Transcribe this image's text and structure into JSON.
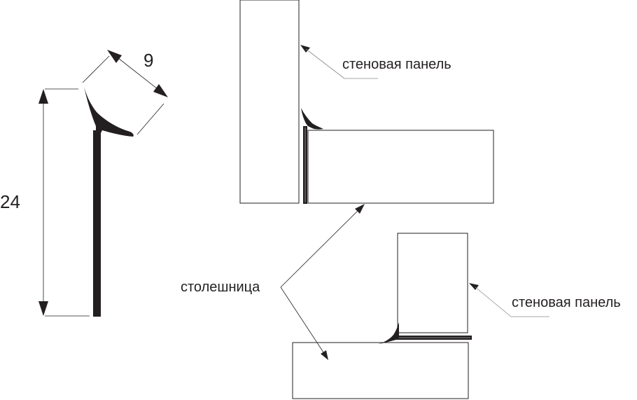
{
  "diagram": {
    "dimensions": {
      "width_value": "9",
      "height_value": "24"
    },
    "labels": {
      "wall_panel_top": "стеновая панель",
      "wall_panel_bottom": "стеновая панель",
      "countertop": "столешница"
    }
  },
  "colors": {
    "profile": "#231f20",
    "profile_inset": "#555555",
    "outline": "#231f20",
    "leader": "#8a8a8a"
  }
}
